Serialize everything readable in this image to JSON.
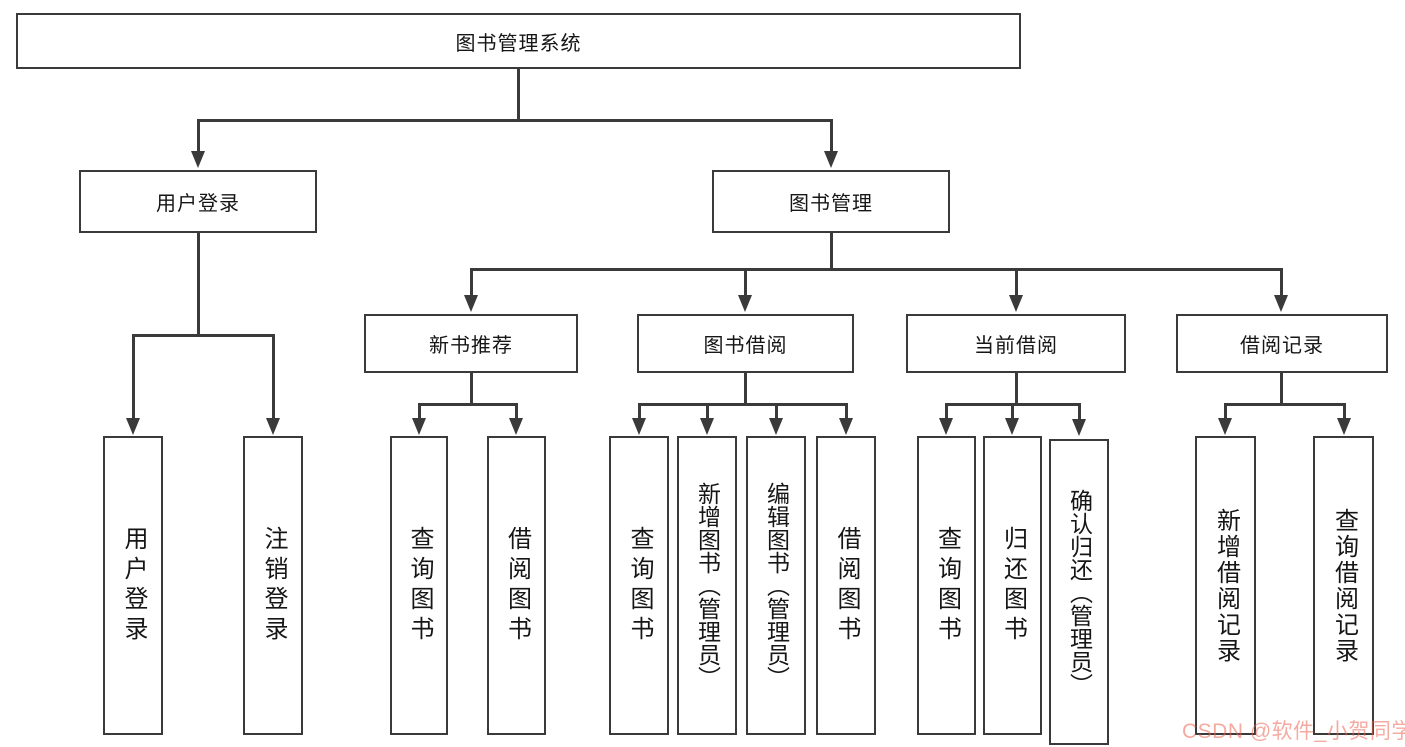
{
  "tree": {
    "root": {
      "label": "图书管理系统",
      "children": [
        {
          "label": "用户登录",
          "children": [
            {
              "label": "用户登录"
            },
            {
              "label": "注销登录"
            }
          ]
        },
        {
          "label": "图书管理",
          "children": [
            {
              "label": "新书推荐",
              "children": [
                {
                  "label": "查询图书"
                },
                {
                  "label": "借阅图书"
                }
              ]
            },
            {
              "label": "图书借阅",
              "children": [
                {
                  "label": "查询图书"
                },
                {
                  "label": "新增图书（管理员）"
                },
                {
                  "label": "编辑图书（管理员）"
                },
                {
                  "label": "借阅图书"
                }
              ]
            },
            {
              "label": "当前借阅",
              "children": [
                {
                  "label": "查询图书"
                },
                {
                  "label": "归还图书"
                },
                {
                  "label": "确认归还（管理员）"
                }
              ]
            },
            {
              "label": "借阅记录",
              "children": [
                {
                  "label": "新增借阅记录"
                },
                {
                  "label": "查询借阅记录"
                }
              ]
            }
          ]
        }
      ]
    }
  },
  "watermark": {
    "text": "CSDN @软件_小贺同学"
  },
  "colors": {
    "line": "#3a3a3a",
    "node_border": "#3a3a3a",
    "node_text": "#161616",
    "background": "#ffffff",
    "watermark": "#ec6452"
  }
}
